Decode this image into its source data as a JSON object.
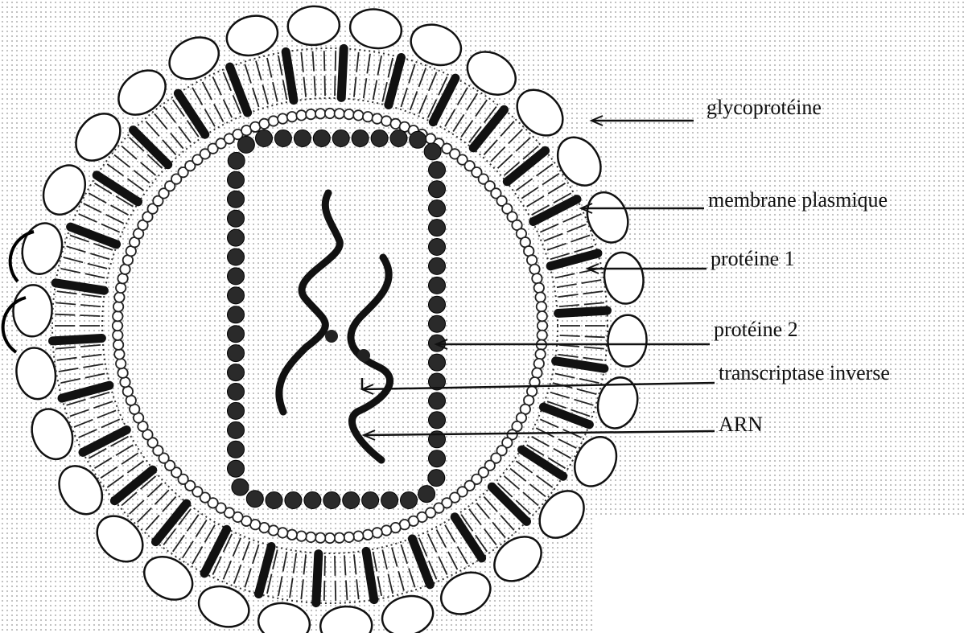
{
  "diagram": {
    "labels": [
      "glycoprotéine",
      "membrane plasmique",
      "protéine 1",
      "protéine 2",
      "transcriptase inverse",
      "ARN"
    ]
  }
}
